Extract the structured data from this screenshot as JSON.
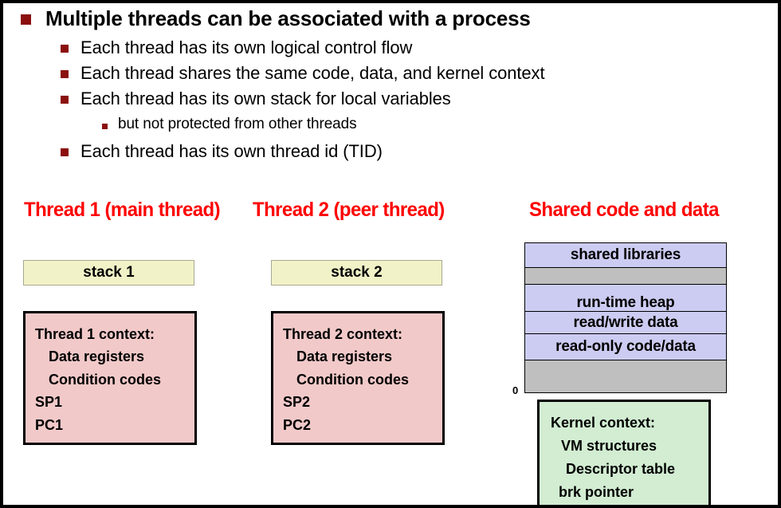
{
  "slide": {
    "bullets": [
      {
        "level": 1,
        "text": "Multiple threads can be associated with a process"
      },
      {
        "level": 2,
        "text": "Each thread has its own logical control flow"
      },
      {
        "level": 2,
        "text": "Each thread shares the same code, data, and kernel context"
      },
      {
        "level": 2,
        "text": "Each thread has its own stack for local variables"
      },
      {
        "level": 3,
        "text": "but not protected from other threads"
      },
      {
        "level": 2,
        "text": "Each thread has its own thread id (TID)"
      }
    ]
  },
  "columns": {
    "thread1": {
      "heading": "Thread 1 (main thread)",
      "stack_label": "stack 1",
      "context_lines": [
        "Thread 1 context:",
        "Data registers",
        "Condition codes",
        "SP1",
        "PC1"
      ]
    },
    "thread2": {
      "heading": "Thread 2 (peer thread)",
      "stack_label": "stack 2",
      "context_lines": [
        "Thread 2 context:",
        "Data registers",
        "Condition codes",
        "SP2",
        "PC2"
      ]
    },
    "shared": {
      "heading": "Shared code and data",
      "address_zero": "0",
      "bands": [
        {
          "label": "shared libraries",
          "fill": "lavender"
        },
        {
          "label": "",
          "fill": "gray"
        },
        {
          "label": "run-time heap",
          "fill": "lavender"
        },
        {
          "label": "read/write data",
          "fill": "lavender"
        },
        {
          "label": "read-only code/data",
          "fill": "lavender"
        },
        {
          "label": "",
          "fill": "gray"
        }
      ],
      "kernel_lines": [
        "Kernel context:",
        "VM structures",
        "Descriptor table",
        "brk pointer"
      ]
    }
  },
  "colors": {
    "bullet_marker": "#8B0F0F",
    "heading_red": "#FF0000",
    "stack_fill": "#F2F2C8",
    "context_fill": "#F2C9C9",
    "band_lavender": "#CCCCF2",
    "band_gray": "#BFBFBF",
    "kernel_fill": "#D2EDD2"
  }
}
